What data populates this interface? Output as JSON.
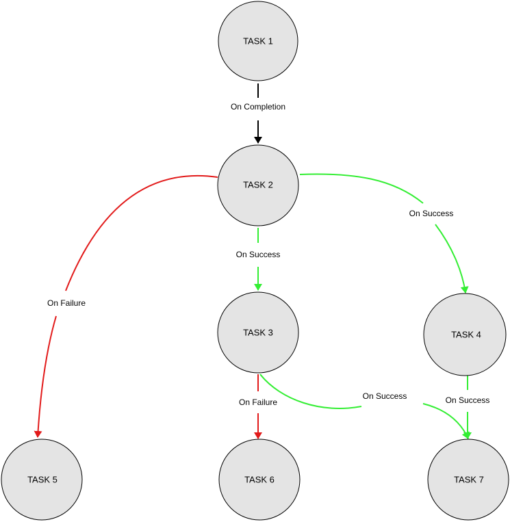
{
  "colors": {
    "completion": "#000000",
    "success": "#33ee33",
    "failure": "#e21a1a",
    "node_fill": "#e4e4e4",
    "node_stroke": "#000000"
  },
  "nodes": [
    {
      "id": "task1",
      "label": "TASK 1"
    },
    {
      "id": "task2",
      "label": "TASK 2"
    },
    {
      "id": "task3",
      "label": "TASK 3"
    },
    {
      "id": "task4",
      "label": "TASK 4"
    },
    {
      "id": "task5",
      "label": "TASK 5"
    },
    {
      "id": "task6",
      "label": "TASK 6"
    },
    {
      "id": "task7",
      "label": "TASK 7"
    }
  ],
  "edges": [
    {
      "id": "e1-2",
      "from": "task1",
      "to": "task2",
      "label": "On Completion",
      "kind": "completion"
    },
    {
      "id": "e2-5",
      "from": "task2",
      "to": "task5",
      "label": "On Failure",
      "kind": "failure"
    },
    {
      "id": "e2-3",
      "from": "task2",
      "to": "task3",
      "label": "On Success",
      "kind": "success"
    },
    {
      "id": "e2-4",
      "from": "task2",
      "to": "task4",
      "label": "On Success",
      "kind": "success"
    },
    {
      "id": "e3-6",
      "from": "task3",
      "to": "task6",
      "label": "On Failure",
      "kind": "failure"
    },
    {
      "id": "e3-7",
      "from": "task3",
      "to": "task7",
      "label": "On Success",
      "kind": "success"
    },
    {
      "id": "e4-7",
      "from": "task4",
      "to": "task7",
      "label": "On Success",
      "kind": "success"
    }
  ]
}
